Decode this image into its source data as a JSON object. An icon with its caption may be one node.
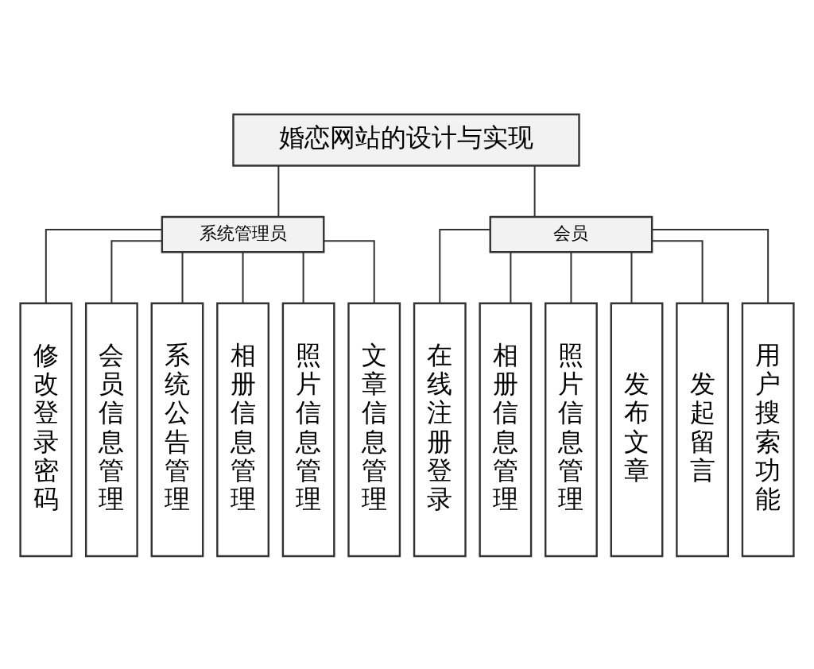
{
  "diagram": {
    "nodes": [
      {
        "text": [
          "婚恋网站的设计与实现"
        ]
      },
      {
        "text": [
          "系统管理员"
        ]
      },
      {
        "text": [
          "会员"
        ]
      },
      {
        "text": [
          "修改登录密码"
        ]
      },
      {
        "text": [
          "会员信息管理"
        ]
      },
      {
        "text": [
          "系统公告管理"
        ]
      },
      {
        "text": [
          "相册信息管理"
        ]
      },
      {
        "text": [
          "照片信息管理"
        ]
      },
      {
        "text": [
          "文章信息管理"
        ]
      },
      {
        "text": [
          "在线注册登录"
        ]
      },
      {
        "text": [
          "相册信息管理"
        ]
      },
      {
        "text": [
          "照片信息管理"
        ]
      },
      {
        "text": [
          "发布文章"
        ]
      },
      {
        "text": [
          "发起留言"
        ]
      },
      {
        "text": [
          "用户搜索功能"
        ]
      }
    ],
    "edges": [
      {
        "from": 0,
        "to": 1,
        "arrow": "none"
      },
      {
        "from": 0,
        "to": 2,
        "arrow": "none"
      },
      {
        "from": 1,
        "to": 3,
        "arrow": "none"
      },
      {
        "from": 1,
        "to": 4,
        "arrow": "none"
      },
      {
        "from": 1,
        "to": 5,
        "arrow": "none"
      },
      {
        "from": 1,
        "to": 6,
        "arrow": "none"
      },
      {
        "from": 1,
        "to": 7,
        "arrow": "none"
      },
      {
        "from": 1,
        "to": 8,
        "arrow": "none"
      },
      {
        "from": 2,
        "to": 9,
        "arrow": "none"
      },
      {
        "from": 2,
        "to": 10,
        "arrow": "none"
      },
      {
        "from": 2,
        "to": 11,
        "arrow": "none"
      },
      {
        "from": 2,
        "to": 12,
        "arrow": "none"
      },
      {
        "from": 2,
        "to": 13,
        "arrow": "none"
      },
      {
        "from": 2,
        "to": 14,
        "arrow": "none"
      }
    ]
  }
}
